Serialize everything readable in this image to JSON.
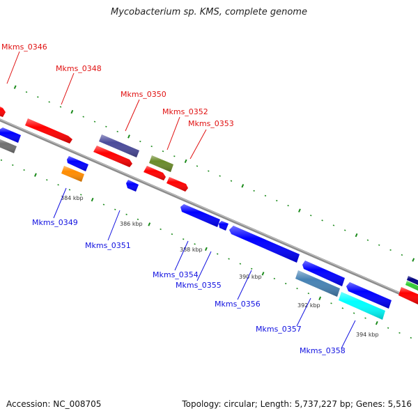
{
  "title": "Mycobacterium sp. KMS, complete genome",
  "footer": {
    "accession": "Accession: NC_008705",
    "summary": "Topology: circular; Length: 5,737,227 bp; Genes: 5,516"
  },
  "colors": {
    "backbone": "#909090",
    "ticks": "#1a8a1a",
    "forward_label": "#e01010",
    "reverse_label": "#1010e0"
  },
  "scale_labels": [
    "384 kbp",
    "386 kbp",
    "388 kbp",
    "390 kbp",
    "392 kbp",
    "394 kbp"
  ],
  "forward_labels": [
    {
      "name": "Mkms_0346"
    },
    {
      "name": "Mkms_0348"
    },
    {
      "name": "Mkms_0350"
    },
    {
      "name": "Mkms_0352"
    },
    {
      "name": "Mkms_0353"
    }
  ],
  "reverse_labels": [
    {
      "name": "Mkms_0349"
    },
    {
      "name": "Mkms_0351"
    },
    {
      "name": "Mkms_0354"
    },
    {
      "name": "Mkms_0355"
    },
    {
      "name": "Mkms_0356"
    },
    {
      "name": "Mkms_0357"
    },
    {
      "name": "Mkms_0358"
    }
  ],
  "features": [
    {
      "id": "f0345",
      "strand": "+",
      "color": "#ff0000",
      "track": 1
    },
    {
      "id": "Mkms_0348",
      "strand": "+",
      "color": "#ff0000",
      "track": 1
    },
    {
      "id": "Mkms_0350",
      "strand": "+",
      "color": "#4a4a9a",
      "track": 2
    },
    {
      "id": "f0350b",
      "strand": "+",
      "color": "#ff0000",
      "track": 1
    },
    {
      "id": "Mkms_0352",
      "strand": "+",
      "color": "#6a8a2a",
      "track": 2
    },
    {
      "id": "f0352b",
      "strand": "+",
      "color": "#ff0000",
      "track": 1
    },
    {
      "id": "Mkms_0353",
      "strand": "+",
      "color": "#ff0000",
      "track": 1
    },
    {
      "id": "f0347",
      "strand": "-",
      "color": "#0000ff",
      "track": 1
    },
    {
      "id": "f0347b",
      "strand": "-",
      "color": "#707070",
      "track": 2
    },
    {
      "id": "f0349a",
      "strand": "-",
      "color": "#0000ff",
      "track": 1
    },
    {
      "id": "Mkms_0349",
      "strand": "-",
      "color": "#ff8c00",
      "track": 2
    },
    {
      "id": "Mkms_0351",
      "strand": "-",
      "color": "#0000ff",
      "track": 1
    },
    {
      "id": "Mkms_0354",
      "strand": "-",
      "color": "#0000ff",
      "track": 1
    },
    {
      "id": "Mkms_0355",
      "strand": "-",
      "color": "#0000ff",
      "track": 1
    },
    {
      "id": "Mkms_0356",
      "strand": "-",
      "color": "#0000ff",
      "track": 1
    },
    {
      "id": "f0357a",
      "strand": "-",
      "color": "#0000ff",
      "track": 1
    },
    {
      "id": "Mkms_0357",
      "strand": "-",
      "color": "#4682b4",
      "track": 2
    },
    {
      "id": "f0358a",
      "strand": "-",
      "color": "#0000ff",
      "track": 1
    },
    {
      "id": "Mkms_0358",
      "strand": "-",
      "color": "#00ffff",
      "track": 2
    },
    {
      "id": "f0359a",
      "strand": "+",
      "color": "#000080",
      "track": 3
    },
    {
      "id": "f0359b",
      "strand": "+",
      "color": "#33cc33",
      "track": 2
    },
    {
      "id": "f0359c",
      "strand": "+",
      "color": "#ff0000",
      "track": 1
    }
  ]
}
